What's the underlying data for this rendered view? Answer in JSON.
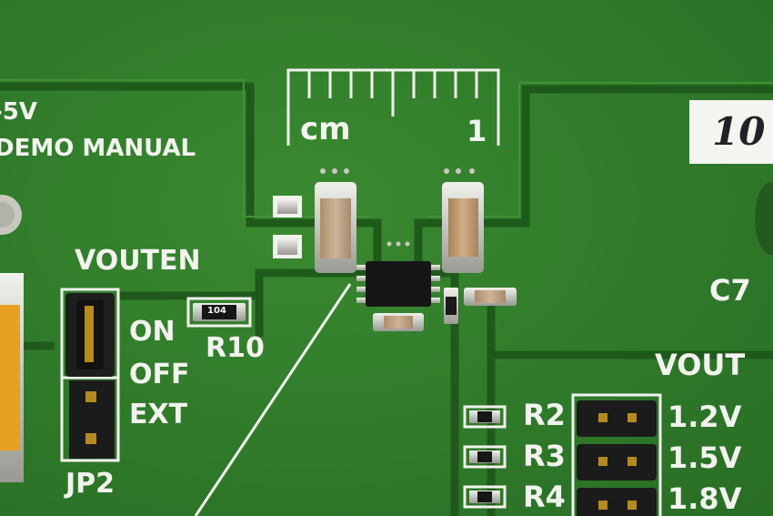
{
  "silkscreen": {
    "top_left_line1": "-5V",
    "top_left_line2": "DEMO MANUAL",
    "ruler_unit": "cm",
    "ruler_one": "1",
    "vouten": "VOUTEN",
    "on": "ON",
    "off": "OFF",
    "ext": "EXT",
    "r10": "R10",
    "jp2": "JP2",
    "c7": "C7",
    "vout": "VOUT",
    "r2": "R2",
    "r3": "R3",
    "r4": "R4",
    "v1": "1.2V",
    "v2": "1.5V",
    "v3": "1.8V"
  },
  "components": {
    "resistor_r10_code": "104",
    "handwritten_label": "10"
  },
  "colors": {
    "board": "#2f7a2a",
    "copper_edge": "#1f5a1c",
    "silkscreen": "#f2f2ee",
    "tin": "#c9c9c4",
    "ceramic": "#c8a27a",
    "header": "#1b1b1b",
    "tantalum": "#e8a020"
  }
}
